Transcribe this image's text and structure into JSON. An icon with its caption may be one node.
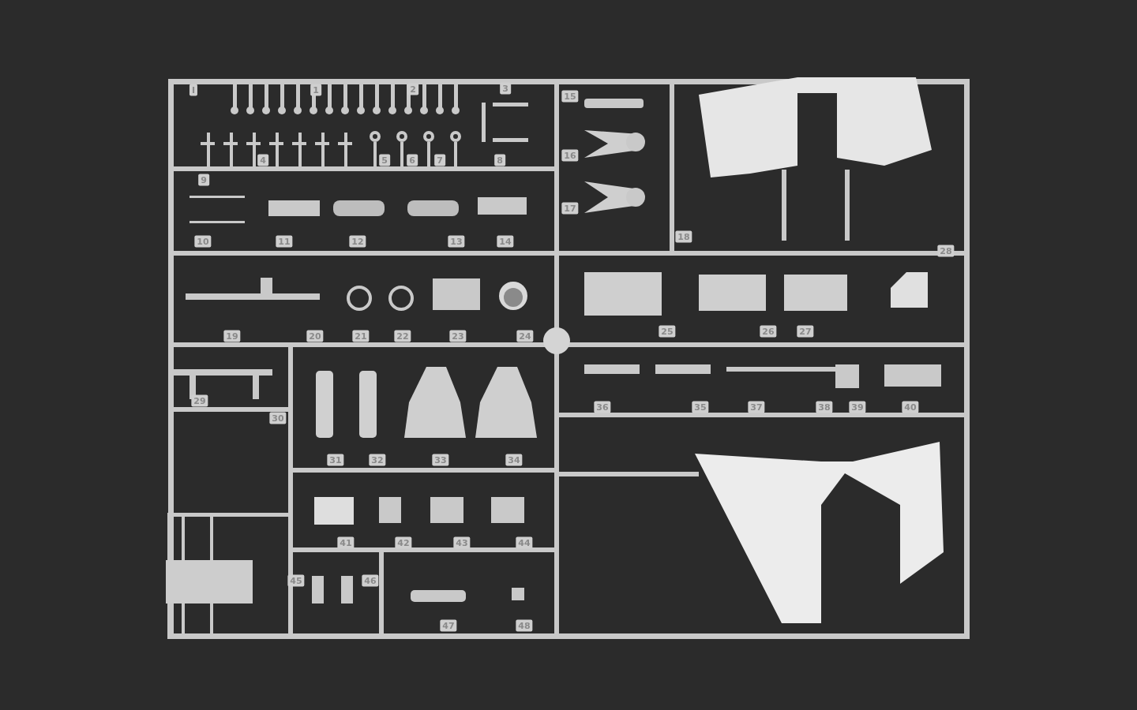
{
  "diagram": {
    "labels": [
      "I",
      "1",
      "2",
      "3",
      "4",
      "5",
      "6",
      "7",
      "8",
      "15",
      "9",
      "10",
      "11",
      "12",
      "13",
      "14",
      "16",
      "17",
      "18",
      "28",
      "19",
      "20",
      "21",
      "22",
      "23",
      "24",
      "25",
      "26",
      "27",
      "29",
      "30",
      "36",
      "35",
      "37",
      "38",
      "39",
      "40",
      "31",
      "32",
      "33",
      "34",
      "41",
      "42",
      "43",
      "44",
      "45",
      "46",
      "47",
      "48"
    ]
  }
}
